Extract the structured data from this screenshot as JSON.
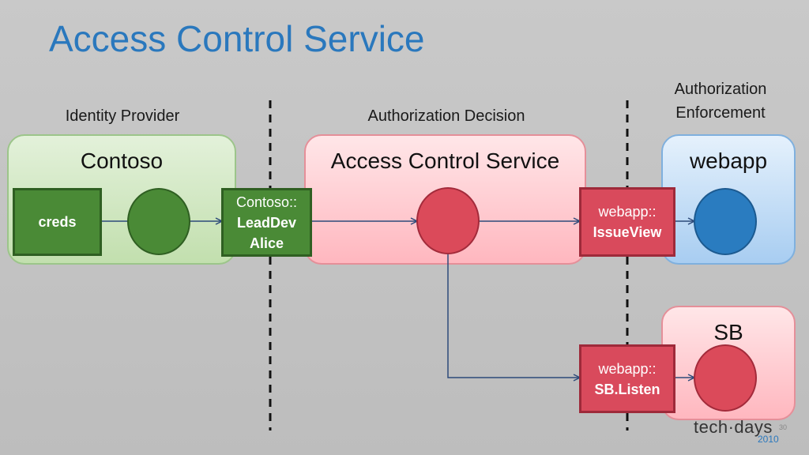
{
  "title": "Access Control Service",
  "columns": {
    "identity_provider": "Identity Provider",
    "authorization_decision": "Authorization Decision",
    "authorization_enforcement_line1": "Authorization",
    "authorization_enforcement_line2": "Enforcement"
  },
  "panels": {
    "contoso": "Contoso",
    "acs": "Access Control Service",
    "webapp": "webapp",
    "sb": "SB"
  },
  "boxes": {
    "creds": "creds",
    "contoso_claim_line1": "Contoso::",
    "contoso_claim_line2": "LeadDev",
    "contoso_claim_line3": "Alice",
    "issueview_line1": "webapp::",
    "issueview_line2": "IssueView",
    "sblisten_line1": "webapp::",
    "sblisten_line2": "SB.Listen"
  },
  "footer": {
    "brand": "tech·days",
    "year": "2010",
    "page_number": "30"
  },
  "colors": {
    "title": "#2a78bd",
    "green": "#4a8a36",
    "red": "#d94a5c",
    "blue": "#2a7cc0",
    "arrow": "#2d4a7a"
  }
}
